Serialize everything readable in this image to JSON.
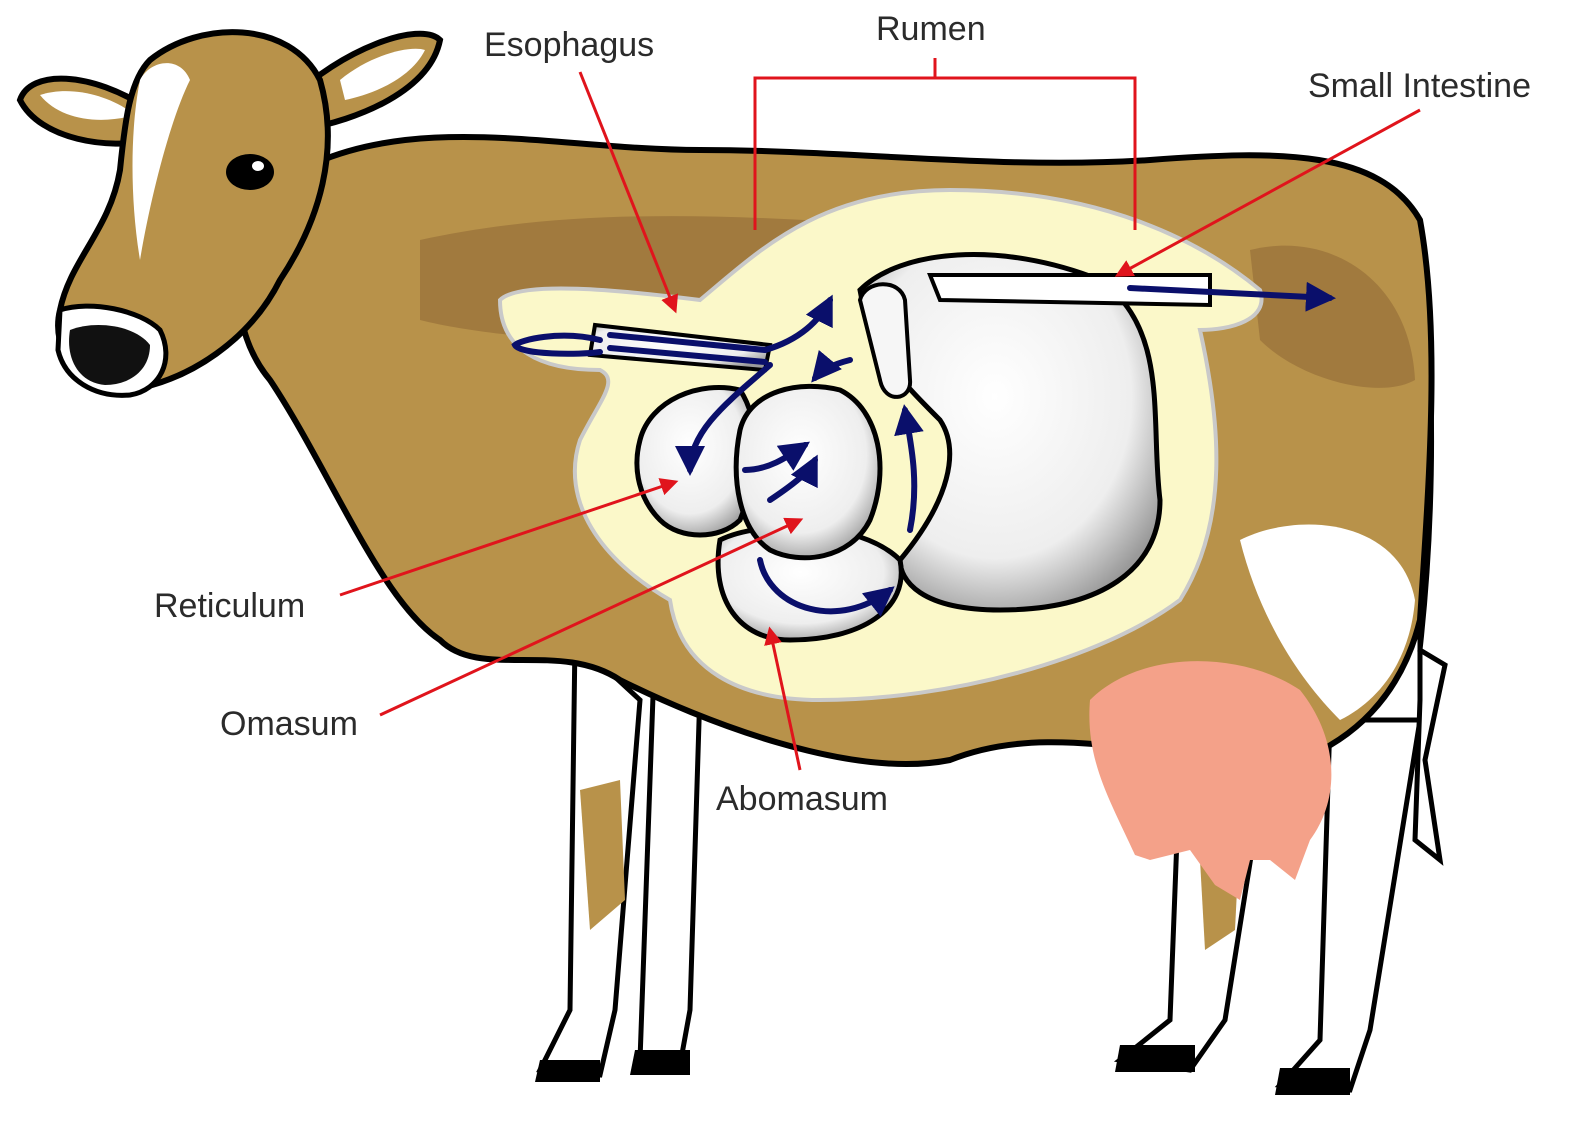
{
  "labels": {
    "esophagus": "Esophagus",
    "rumen": "Rumen",
    "small_intestine": "Small Intestine",
    "reticulum": "Reticulum",
    "omasum": "Omasum",
    "abomasum": "Abomasum"
  },
  "colors": {
    "cow_body": "#b8924a",
    "cow_patch": "#a17a3e",
    "cow_white": "#ffffff",
    "outline": "#000000",
    "udder": "#f4a189",
    "glow": "#fbf8c9",
    "organ_fill": "#f2f2f2",
    "flow_arrow": "#0a0f6b",
    "leader_line": "#e0141c"
  }
}
